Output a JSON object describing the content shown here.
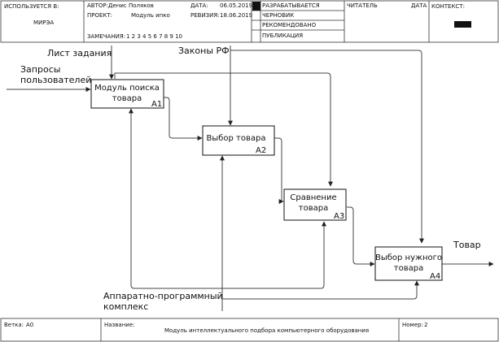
{
  "header": {
    "used_at_label": "ИСПОЛЬЗУЕТСЯ В:",
    "used_at_value": "МИРЭА",
    "author_label": "АВТОР:",
    "author_value": "Денис Поляков",
    "project_label": "ПРОЕКТ:",
    "project_value": "Модуль ипко",
    "date_label": "ДАТА:",
    "date_value": "06.05.2019",
    "revision_label": "РЕВИЗИЯ:",
    "revision_value": "18.06.2019",
    "notes_label": "ЗАМЕЧАНИЯ:",
    "notes_value": "1 2 3 4 5 6 7 8 9 10",
    "status_developing": "РАЗРАБАТЫВАЕТСЯ",
    "status_draft": "ЧЕРНОВИК",
    "status_recommended": "РЕКОМЕНДОВАНО",
    "status_publication": "ПУБЛИКАЦИЯ",
    "reader_label": "ЧИТАТЕЛЬ",
    "reader_date_label": "ДАТА",
    "context_label": "КОНТЕКСТ:"
  },
  "diagram": {
    "blocks": [
      {
        "lines": [
          "Модуль поиска",
          "товара"
        ],
        "id": "A1"
      },
      {
        "lines": [
          "Выбор товара"
        ],
        "id": "A2"
      },
      {
        "lines": [
          "Сравнение",
          "товара"
        ],
        "id": "A3"
      },
      {
        "lines": [
          "Выбор нужного",
          "товара"
        ],
        "id": "A4"
      }
    ],
    "inputs": {
      "task_sheet": "Лист задания",
      "user_requests": [
        "Запросы",
        "пользователей"
      ]
    },
    "controls": {
      "laws": "Законы РФ"
    },
    "outputs": {
      "product": "Товар"
    },
    "mechanisms": {
      "hw_sw": [
        "Аппаратно-программный",
        "комплекс"
      ]
    }
  },
  "footer": {
    "node_label": "Ветка:",
    "node_value": "A0",
    "title_label": "Название:",
    "title_value": "Модуль интеллектуального подбора компьютерного оборудования",
    "number_label": "Номер:",
    "number_value": "2"
  }
}
